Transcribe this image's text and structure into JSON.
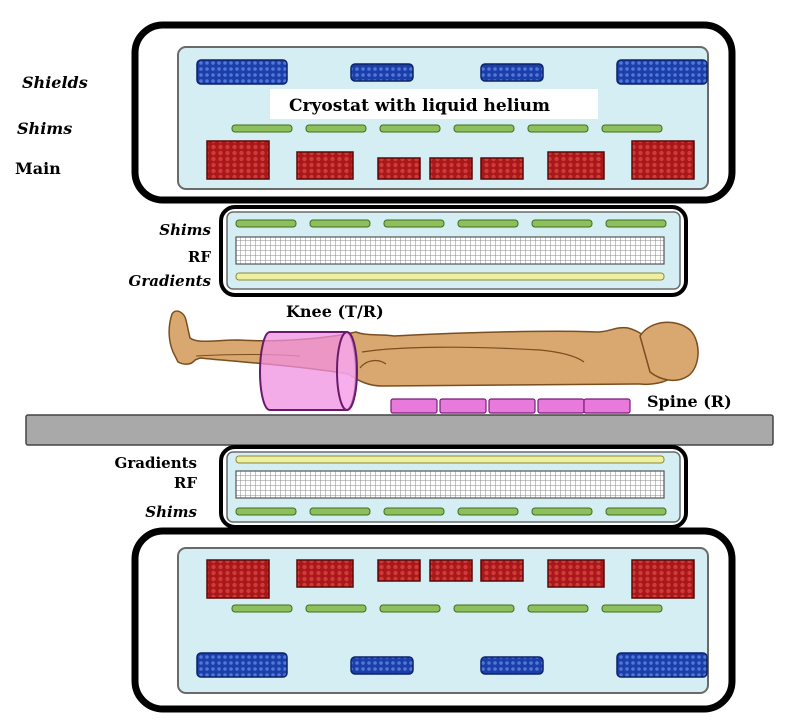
{
  "labels": {
    "shields": "Shields",
    "shims_top": "Shims",
    "main": "Main",
    "cryostat": "Cryostat with liquid helium",
    "inner_shims_top": "Shims",
    "inner_rf_top": "RF",
    "inner_gradients_top": "Gradients",
    "knee": "Knee (T/R)",
    "spine": "Spine (R)",
    "inner_gradients_bottom": "Gradients",
    "inner_rf_bottom": "RF",
    "inner_shims_bottom": "Shims"
  },
  "colors": {
    "cryostat_fill": "#d4eef4",
    "shield_coil": "#1c3ea8",
    "main_coil": "#a81818",
    "shim_strip": "#8dc05a",
    "gradient_strip": "#eef0a0",
    "rf_mesh": "#9a9a9a",
    "table": "#a9a9a9",
    "body_skin": "#d9a871",
    "knee_coil": "#f090e0",
    "spine_coil": "#e87adc"
  }
}
